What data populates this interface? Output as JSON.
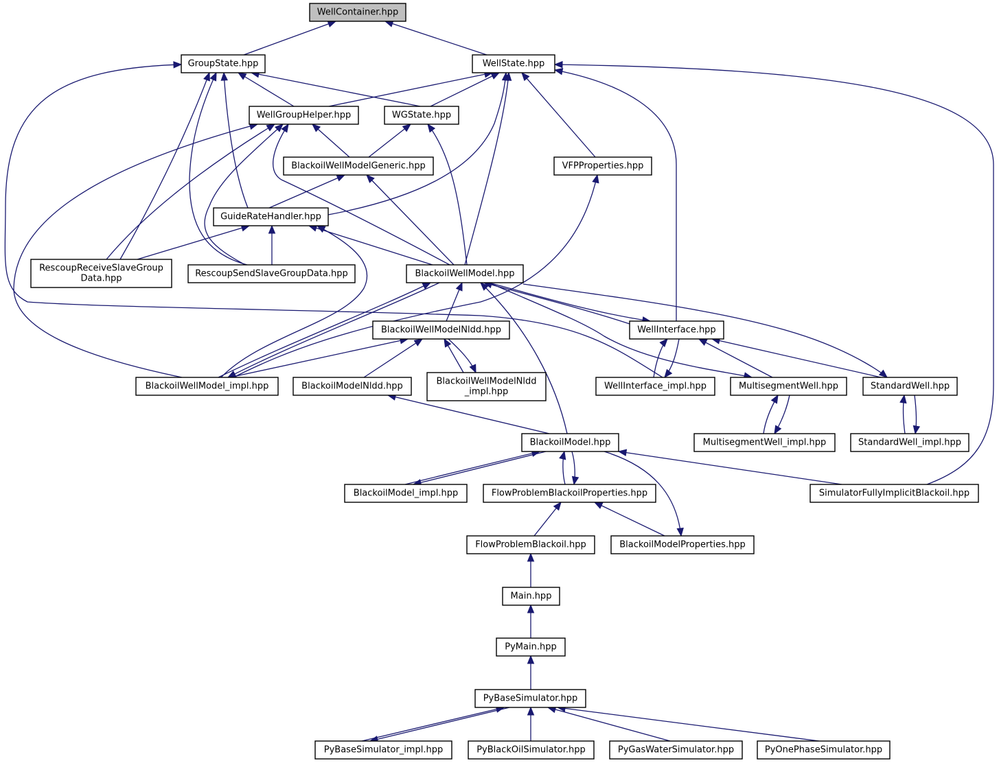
{
  "title": "Include dependency graph for WellContainer.hpp",
  "colors": {
    "edge": "#191970",
    "root_fill": "#bfbfbf",
    "node_fill": "#ffffff",
    "node_border": "#000000"
  },
  "nodes": [
    {
      "id": "WellContainer",
      "label": "WellContainer.hpp",
      "root": true
    },
    {
      "id": "GroupState",
      "label": "GroupState.hpp"
    },
    {
      "id": "WellState",
      "label": "WellState.hpp"
    },
    {
      "id": "WellGroupHelper",
      "label": "WellGroupHelper.hpp"
    },
    {
      "id": "WGState",
      "label": "WGState.hpp"
    },
    {
      "id": "BlackoilWellModelGeneric",
      "label": "BlackoilWellModelGeneric.hpp"
    },
    {
      "id": "VFPProperties",
      "label": "VFPProperties.hpp"
    },
    {
      "id": "GuideRateHandler",
      "label": "GuideRateHandler.hpp"
    },
    {
      "id": "RescoupReceiveSlaveGroupData",
      "label": "RescoupReceiveSlaveGroup\nData.hpp"
    },
    {
      "id": "RescoupSendSlaveGroupData",
      "label": "RescoupSendSlaveGroupData.hpp"
    },
    {
      "id": "BlackoilWellModel",
      "label": "BlackoilWellModel.hpp"
    },
    {
      "id": "BlackoilWellModelNldd",
      "label": "BlackoilWellModelNldd.hpp"
    },
    {
      "id": "WellInterface",
      "label": "WellInterface.hpp"
    },
    {
      "id": "BlackoilWellModel_impl",
      "label": "BlackoilWellModel_impl.hpp"
    },
    {
      "id": "BlackoilModelNldd",
      "label": "BlackoilModelNldd.hpp"
    },
    {
      "id": "BlackoilWellModelNldd_impl",
      "label": "BlackoilWellModelNldd\n_impl.hpp"
    },
    {
      "id": "WellInterface_impl",
      "label": "WellInterface_impl.hpp"
    },
    {
      "id": "MultisegmentWell",
      "label": "MultisegmentWell.hpp"
    },
    {
      "id": "StandardWell",
      "label": "StandardWell.hpp"
    },
    {
      "id": "BlackoilModel",
      "label": "BlackoilModel.hpp"
    },
    {
      "id": "MultisegmentWell_impl",
      "label": "MultisegmentWell_impl.hpp"
    },
    {
      "id": "StandardWell_impl",
      "label": "StandardWell_impl.hpp"
    },
    {
      "id": "BlackoilModel_impl",
      "label": "BlackoilModel_impl.hpp"
    },
    {
      "id": "FlowProblemBlackoilProperties",
      "label": "FlowProblemBlackoilProperties.hpp"
    },
    {
      "id": "SimulatorFullyImplicitBlackoil",
      "label": "SimulatorFullyImplicitBlackoil.hpp"
    },
    {
      "id": "FlowProblemBlackoil",
      "label": "FlowProblemBlackoil.hpp"
    },
    {
      "id": "BlackoilModelProperties",
      "label": "BlackoilModelProperties.hpp"
    },
    {
      "id": "Main",
      "label": "Main.hpp"
    },
    {
      "id": "PyMain",
      "label": "PyMain.hpp"
    },
    {
      "id": "PyBaseSimulator",
      "label": "PyBaseSimulator.hpp"
    },
    {
      "id": "PyBaseSimulator_impl",
      "label": "PyBaseSimulator_impl.hpp"
    },
    {
      "id": "PyBlackOilSimulator",
      "label": "PyBlackOilSimulator.hpp"
    },
    {
      "id": "PyGasWaterSimulator",
      "label": "PyGasWaterSimulator.hpp"
    },
    {
      "id": "PyOnePhaseSimulator",
      "label": "PyOnePhaseSimulator.hpp"
    }
  ],
  "edges": [
    {
      "from": "GroupState",
      "to": "WellContainer"
    },
    {
      "from": "WellState",
      "to": "WellContainer"
    },
    {
      "from": "RescoupReceiveSlaveGroupData",
      "to": "GroupState"
    },
    {
      "from": "WellInterface_impl",
      "to": "GroupState"
    },
    {
      "from": "WellGroupHelper",
      "to": "GroupState"
    },
    {
      "from": "WGState",
      "to": "GroupState"
    },
    {
      "from": "GuideRateHandler",
      "to": "GroupState"
    },
    {
      "from": "RescoupSendSlaveGroupData",
      "to": "GroupState"
    },
    {
      "from": "WellGroupHelper",
      "to": "WellState"
    },
    {
      "from": "WGState",
      "to": "WellState"
    },
    {
      "from": "GuideRateHandler",
      "to": "WellState"
    },
    {
      "from": "BlackoilWellModel",
      "to": "WellState"
    },
    {
      "from": "VFPProperties",
      "to": "WellState"
    },
    {
      "from": "WellInterface",
      "to": "WellState"
    },
    {
      "from": "SimulatorFullyImplicitBlackoil",
      "to": "WellState"
    },
    {
      "from": "BlackoilWellModelGeneric",
      "to": "WellGroupHelper"
    },
    {
      "from": "BlackoilWellModel_impl",
      "to": "WellGroupHelper"
    },
    {
      "from": "RescoupReceiveSlaveGroupData",
      "to": "WellGroupHelper"
    },
    {
      "from": "RescoupSendSlaveGroupData",
      "to": "WellGroupHelper"
    },
    {
      "from": "BlackoilWellModel",
      "to": "WellGroupHelper"
    },
    {
      "from": "BlackoilWellModelGeneric",
      "to": "WGState"
    },
    {
      "from": "BlackoilWellModel",
      "to": "WGState"
    },
    {
      "from": "GuideRateHandler",
      "to": "BlackoilWellModelGeneric"
    },
    {
      "from": "BlackoilWellModel",
      "to": "BlackoilWellModelGeneric"
    },
    {
      "from": "BlackoilWellModel_impl",
      "to": "VFPProperties"
    },
    {
      "from": "RescoupReceiveSlaveGroupData",
      "to": "GuideRateHandler"
    },
    {
      "from": "RescoupSendSlaveGroupData",
      "to": "GuideRateHandler"
    },
    {
      "from": "BlackoilWellModel",
      "to": "GuideRateHandler"
    },
    {
      "from": "BlackoilWellModel_impl",
      "to": "GuideRateHandler"
    },
    {
      "from": "BlackoilWellModel_impl",
      "to": "BlackoilWellModel"
    },
    {
      "from": "BlackoilWellModel",
      "to": "BlackoilWellModel_impl"
    },
    {
      "from": "BlackoilWellModelNldd",
      "to": "BlackoilWellModel"
    },
    {
      "from": "BlackoilModel",
      "to": "BlackoilWellModel"
    },
    {
      "from": "WellInterface",
      "to": "BlackoilWellModel"
    },
    {
      "from": "BlackoilWellModel",
      "to": "WellInterface"
    },
    {
      "from": "BlackoilWellModel",
      "to": "MultisegmentWell"
    },
    {
      "from": "BlackoilWellModel",
      "to": "StandardWell"
    },
    {
      "from": "BlackoilWellModel_impl",
      "to": "BlackoilWellModelNldd"
    },
    {
      "from": "BlackoilModelNldd",
      "to": "BlackoilWellModelNldd"
    },
    {
      "from": "BlackoilWellModelNldd_impl",
      "to": "BlackoilWellModelNldd"
    },
    {
      "from": "BlackoilWellModelNldd",
      "to": "BlackoilWellModelNldd_impl"
    },
    {
      "from": "WellInterface_impl",
      "to": "WellInterface"
    },
    {
      "from": "WellInterface",
      "to": "WellInterface_impl"
    },
    {
      "from": "MultisegmentWell",
      "to": "WellInterface"
    },
    {
      "from": "StandardWell",
      "to": "WellInterface"
    },
    {
      "from": "BlackoilModel",
      "to": "BlackoilModelNldd"
    },
    {
      "from": "MultisegmentWell_impl",
      "to": "MultisegmentWell"
    },
    {
      "from": "MultisegmentWell",
      "to": "MultisegmentWell_impl"
    },
    {
      "from": "StandardWell_impl",
      "to": "StandardWell"
    },
    {
      "from": "StandardWell",
      "to": "StandardWell_impl"
    },
    {
      "from": "BlackoilModel_impl",
      "to": "BlackoilModel"
    },
    {
      "from": "BlackoilModel",
      "to": "BlackoilModel_impl"
    },
    {
      "from": "FlowProblemBlackoilProperties",
      "to": "BlackoilModel"
    },
    {
      "from": "BlackoilModel",
      "to": "FlowProblemBlackoilProperties"
    },
    {
      "from": "BlackoilModel",
      "to": "BlackoilModelProperties"
    },
    {
      "from": "SimulatorFullyImplicitBlackoil",
      "to": "BlackoilModel"
    },
    {
      "from": "FlowProblemBlackoil",
      "to": "FlowProblemBlackoilProperties"
    },
    {
      "from": "BlackoilModelProperties",
      "to": "FlowProblemBlackoilProperties"
    },
    {
      "from": "Main",
      "to": "FlowProblemBlackoil"
    },
    {
      "from": "PyMain",
      "to": "Main"
    },
    {
      "from": "PyBaseSimulator",
      "to": "PyMain"
    },
    {
      "from": "PyBaseSimulator_impl",
      "to": "PyBaseSimulator"
    },
    {
      "from": "PyBaseSimulator",
      "to": "PyBaseSimulator_impl"
    },
    {
      "from": "PyBlackOilSimulator",
      "to": "PyBaseSimulator"
    },
    {
      "from": "PyGasWaterSimulator",
      "to": "PyBaseSimulator"
    },
    {
      "from": "PyOnePhaseSimulator",
      "to": "PyBaseSimulator"
    }
  ]
}
